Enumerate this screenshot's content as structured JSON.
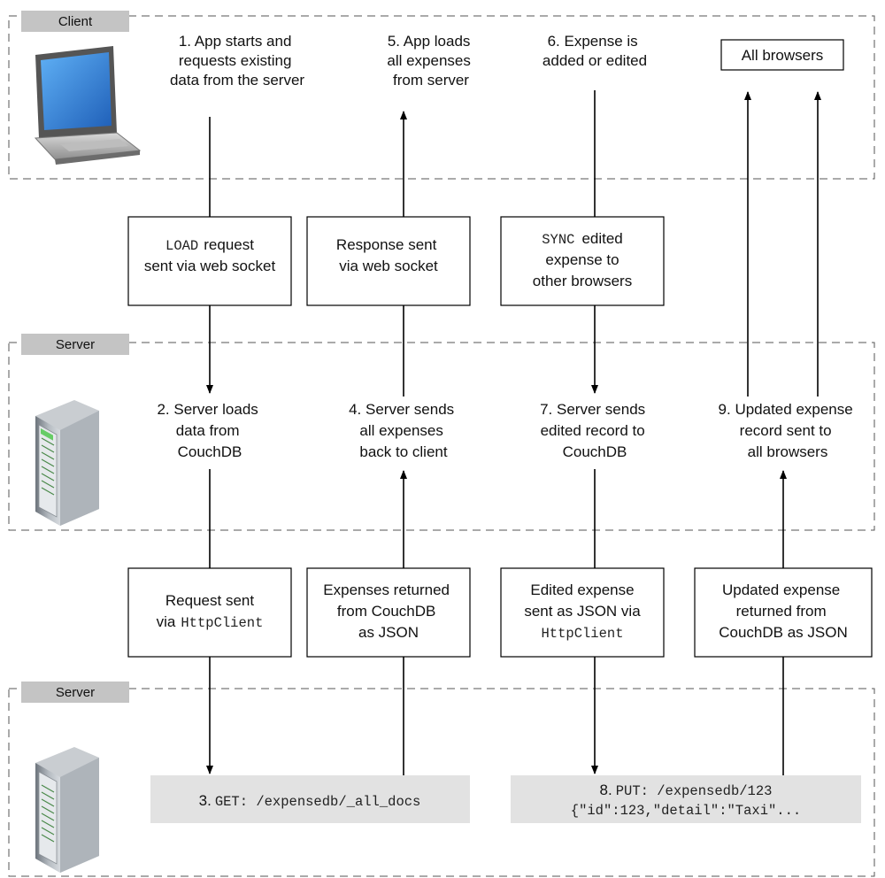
{
  "zones": {
    "client": "Client",
    "server1": "Server",
    "server2": "Server"
  },
  "client_steps": {
    "step1": [
      "1. App starts and",
      "requests existing",
      "data from the server"
    ],
    "step5": [
      "5. App loads",
      "all expenses",
      "from server"
    ],
    "step6": [
      "6. Expense is",
      "added or edited"
    ],
    "all_browsers": "All browsers"
  },
  "socket_boxes": {
    "load": {
      "code": "LOAD",
      "text": "request",
      "line2": "sent via web socket"
    },
    "response": [
      "Response sent",
      "via web socket"
    ],
    "sync": {
      "code": "SYNC",
      "text": "edited",
      "line2": "expense to",
      "line3": "other browsers"
    }
  },
  "server_steps": {
    "step2": [
      "2. Server loads",
      "data from",
      "CouchDB"
    ],
    "step4": [
      "4. Server sends",
      "all expenses",
      "back to client"
    ],
    "step7": [
      "7. Server sends",
      "edited record to",
      "CouchDB"
    ],
    "step9": [
      "9. Updated expense",
      "record sent to",
      "all browsers"
    ]
  },
  "http_boxes": {
    "request": {
      "line1": "Request sent",
      "prefix": "via",
      "code": "HttpClient"
    },
    "expenses_returned": [
      "Expenses returned",
      "from CouchDB",
      "as JSON"
    ],
    "edited": {
      "line1": "Edited expense",
      "line2": "sent as JSON via",
      "code": "HttpClient"
    },
    "updated": [
      "Updated expense",
      "returned from",
      "CouchDB as JSON"
    ]
  },
  "db_commands": {
    "get": {
      "num": "3.",
      "code": "GET: /expensedb/_all_docs"
    },
    "put": {
      "num": "8.",
      "code": "PUT: /expensedb/123",
      "body": "{\"id\":123,\"detail\":\"Taxi\"..."
    }
  },
  "icons": {
    "client": "laptop-icon",
    "server": "server-tower-icon",
    "database_server": "server-tower-icon"
  },
  "colors": {
    "zone_tag": "#c4c4c4",
    "command_bg": "#e2e2e2",
    "laptop_screen": "#2f7fd6"
  }
}
